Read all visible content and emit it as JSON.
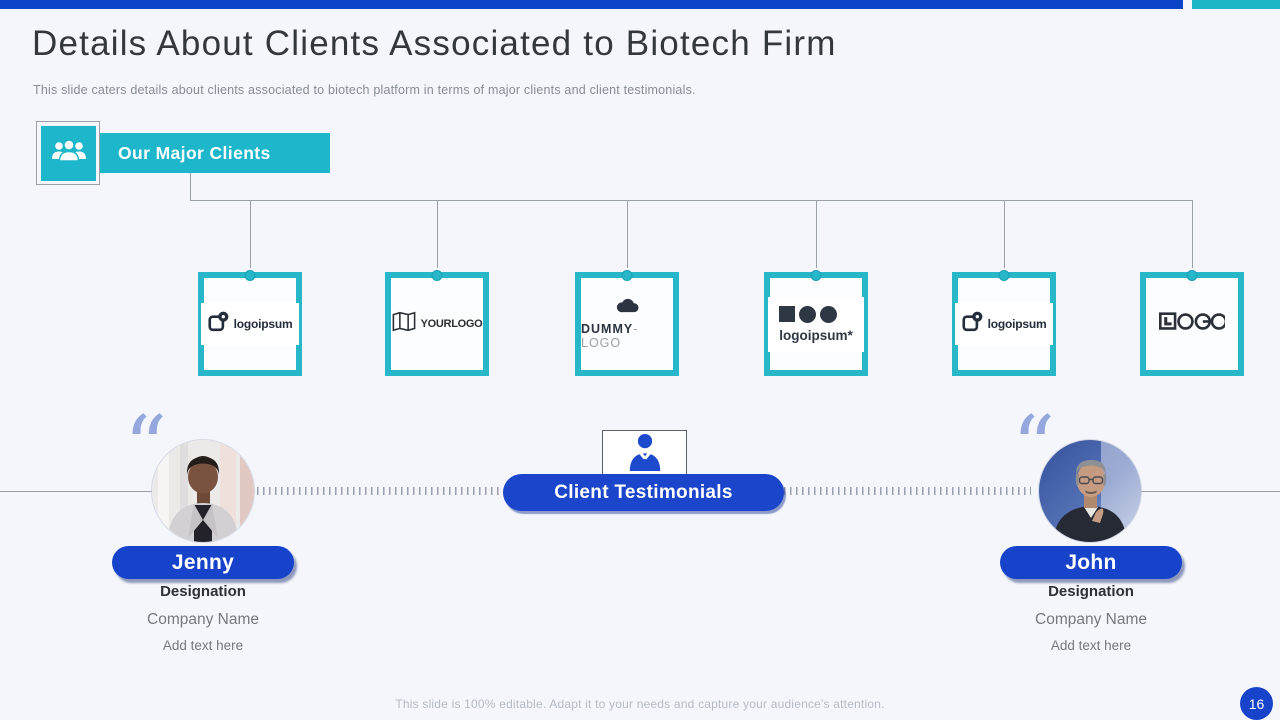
{
  "slide": {
    "title": "Details About Clients Associated to Biotech Firm",
    "subtitle": "This slide caters details about clients associated to biotech platform in terms of major clients and client testimonials.",
    "footer_note": "This slide is 100% editable. Adapt it to your needs and capture your audience's attention.",
    "page_number": "16"
  },
  "colors": {
    "accent_blue": "#0c43c7",
    "accent_cyan": "#1eb6ca",
    "pill_blue": "#1743cb",
    "connector_gray": "#9aa0a8",
    "background": "#f4f6fb",
    "quote_periwinkle": "#96a7de"
  },
  "major_clients": {
    "heading": "Our Major Clients",
    "icon": "people-group-icon",
    "logos": [
      {
        "label": "logoipsum",
        "icon": "logoipsum-mark-icon"
      },
      {
        "label": "YOURLOGO",
        "icon": "folded-map-icon"
      },
      {
        "label": "DUMMY-LOGO",
        "label_bold": "DUMMY",
        "label_light": "-LOGO",
        "icon": "cloud-icon"
      },
      {
        "label": "logoipsum*",
        "icon": "square-circles-shapes-icon"
      },
      {
        "label": "logoipsum",
        "icon": "logoipsum-mark-icon"
      },
      {
        "label": "LOGO",
        "icon": "logo-glyphs-icon"
      }
    ]
  },
  "testimonials": {
    "heading": "Client Testimonials",
    "icon": "businessman-icon",
    "people": [
      {
        "name": "Jenny",
        "designation": "Designation",
        "company": "Company Name",
        "note": "Add text here",
        "photo": "woman-portrait"
      },
      {
        "name": "John",
        "designation": "Designation",
        "company": "Company Name",
        "note": "Add text here",
        "photo": "man-portrait"
      }
    ]
  }
}
